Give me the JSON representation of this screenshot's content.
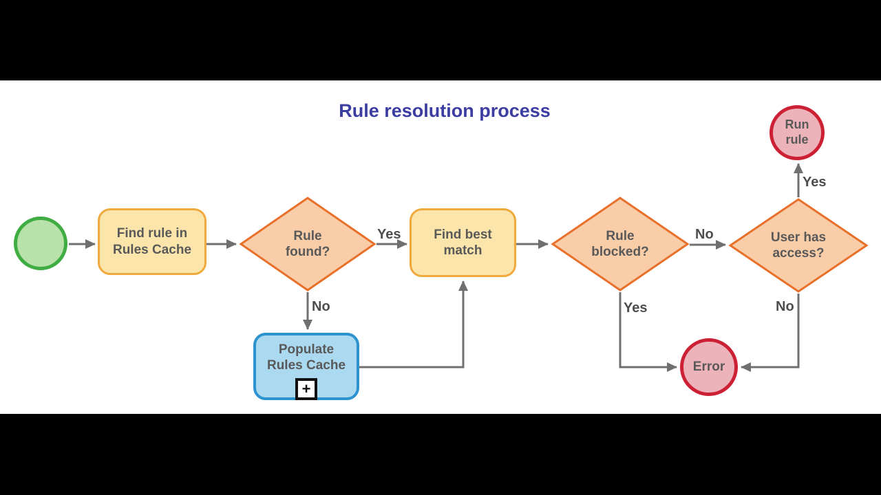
{
  "title": "Rule resolution process",
  "nodes": {
    "start": {
      "type": "start-event",
      "label": ""
    },
    "find_rule": {
      "type": "task",
      "label": "Find rule in Rules Cache"
    },
    "rule_found": {
      "type": "decision",
      "label": "Rule found?"
    },
    "find_best_match": {
      "type": "task",
      "label": "Find best match"
    },
    "populate_rules_cache": {
      "type": "subprocess",
      "label": "Populate Rules Cache",
      "marker": "+"
    },
    "rule_blocked": {
      "type": "decision",
      "label": "Rule blocked?"
    },
    "user_has_access": {
      "type": "decision",
      "label": "User has access?"
    },
    "run_rule": {
      "type": "end-event",
      "label": "Run rule"
    },
    "error": {
      "type": "end-event",
      "label": "Error"
    }
  },
  "edge_labels": {
    "rule_found_yes": "Yes",
    "rule_found_no": "No",
    "rule_blocked_no": "No",
    "rule_blocked_yes": "Yes",
    "user_access_yes": "Yes",
    "user_access_no": "No"
  },
  "edges": [
    {
      "from": "start",
      "to": "find_rule",
      "label": ""
    },
    {
      "from": "find_rule",
      "to": "rule_found",
      "label": ""
    },
    {
      "from": "rule_found",
      "to": "find_best_match",
      "label": "Yes"
    },
    {
      "from": "rule_found",
      "to": "populate_rules_cache",
      "label": "No"
    },
    {
      "from": "populate_rules_cache",
      "to": "find_best_match",
      "label": ""
    },
    {
      "from": "find_best_match",
      "to": "rule_blocked",
      "label": ""
    },
    {
      "from": "rule_blocked",
      "to": "user_has_access",
      "label": "No"
    },
    {
      "from": "rule_blocked",
      "to": "error",
      "label": "Yes"
    },
    {
      "from": "user_has_access",
      "to": "run_rule",
      "label": "Yes"
    },
    {
      "from": "user_has_access",
      "to": "error",
      "label": "No"
    }
  ],
  "colors": {
    "task_fill": "#fbe5ab",
    "task_border": "#f0a93c",
    "decision_fill": "#f8cda8",
    "decision_border": "#e8702b",
    "subprocess_fill": "#abdaf0",
    "subprocess_border": "#2d93cf",
    "start_fill": "#b8e2aa",
    "start_border": "#3fad42",
    "end_fill": "#edb3bb",
    "end_border": "#cc2034",
    "connector": "#6f6f6f",
    "title_text": "#3b3da1",
    "shape_text": "#595959",
    "letterbox": "#000000"
  }
}
